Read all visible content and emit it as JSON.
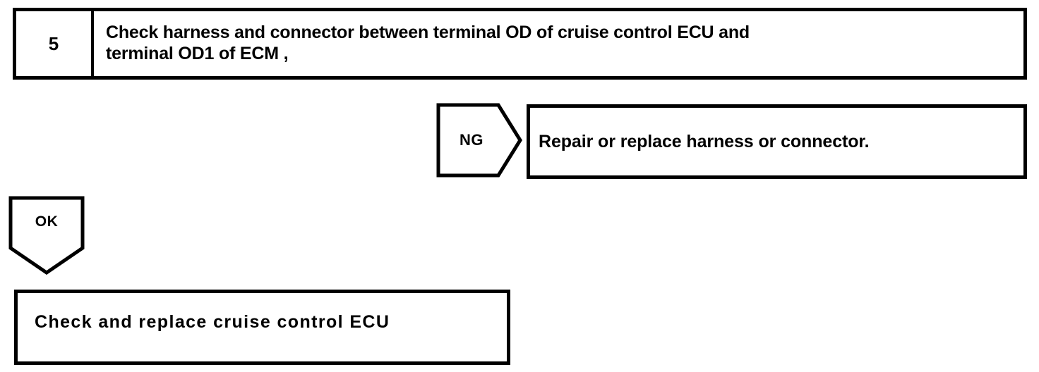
{
  "diagram": {
    "type": "troubleshooting-flowchart",
    "step": {
      "number": "5",
      "instruction": "Check harness and connector between terminal OD of cruise control ECU and\nterminal OD1 of ECM ,"
    },
    "branches": [
      {
        "label": "NG",
        "direction": "right",
        "result": "Repair or replace harness or connector."
      },
      {
        "label": "OK",
        "direction": "down",
        "result": "Check and replace cruise control ECU"
      }
    ],
    "ng_label": "NG",
    "ng_result": "Repair or replace harness or connector.",
    "ok_label": "OK",
    "final_action": "Check and replace cruise control ECU"
  },
  "colors": {
    "ink": "#000000",
    "paper": "#ffffff"
  }
}
